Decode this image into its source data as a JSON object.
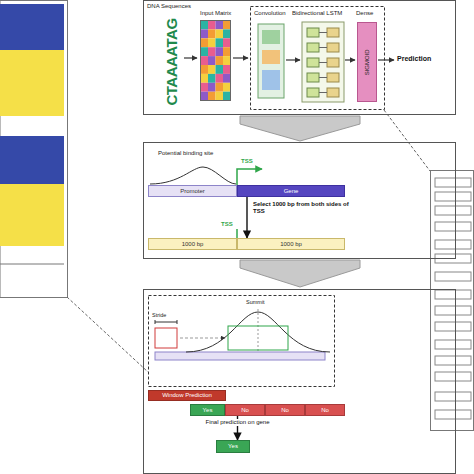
{
  "diagram": {
    "nodes": [
      {
        "text": [
          "SIGMOID"
        ]
      },
      {
        "text": [
          "Promoter"
        ]
      },
      {
        "text": [
          "Gene"
        ]
      },
      {
        "text": [
          "1000 bp"
        ]
      },
      {
        "text": [
          "1000 bp"
        ]
      },
      {
        "text": [
          "Window Prediction"
        ]
      },
      {
        "text": [
          "Yes"
        ]
      },
      {
        "text": [
          "No"
        ]
      },
      {
        "text": [
          "No"
        ]
      },
      {
        "text": [
          "No"
        ]
      },
      {
        "text": [
          "Yes"
        ]
      }
    ],
    "edges": [
      {
        "from": 2,
        "to": 4,
        "arrow": "to",
        "label": "Select 1000 bp from both sides of TSS"
      },
      {
        "from": 7,
        "to": 10,
        "arrow": "to",
        "label": "Final prediction on gene"
      }
    ],
    "labels": [
      "DNA Sequences",
      "CTAAAATAG",
      "Input Matrix",
      "Convolution",
      "Bidirectional LSTM",
      "Dense",
      "Prediction",
      "Potential binding site",
      "TSS",
      "TSS",
      "Stride",
      "Summit"
    ]
  }
}
